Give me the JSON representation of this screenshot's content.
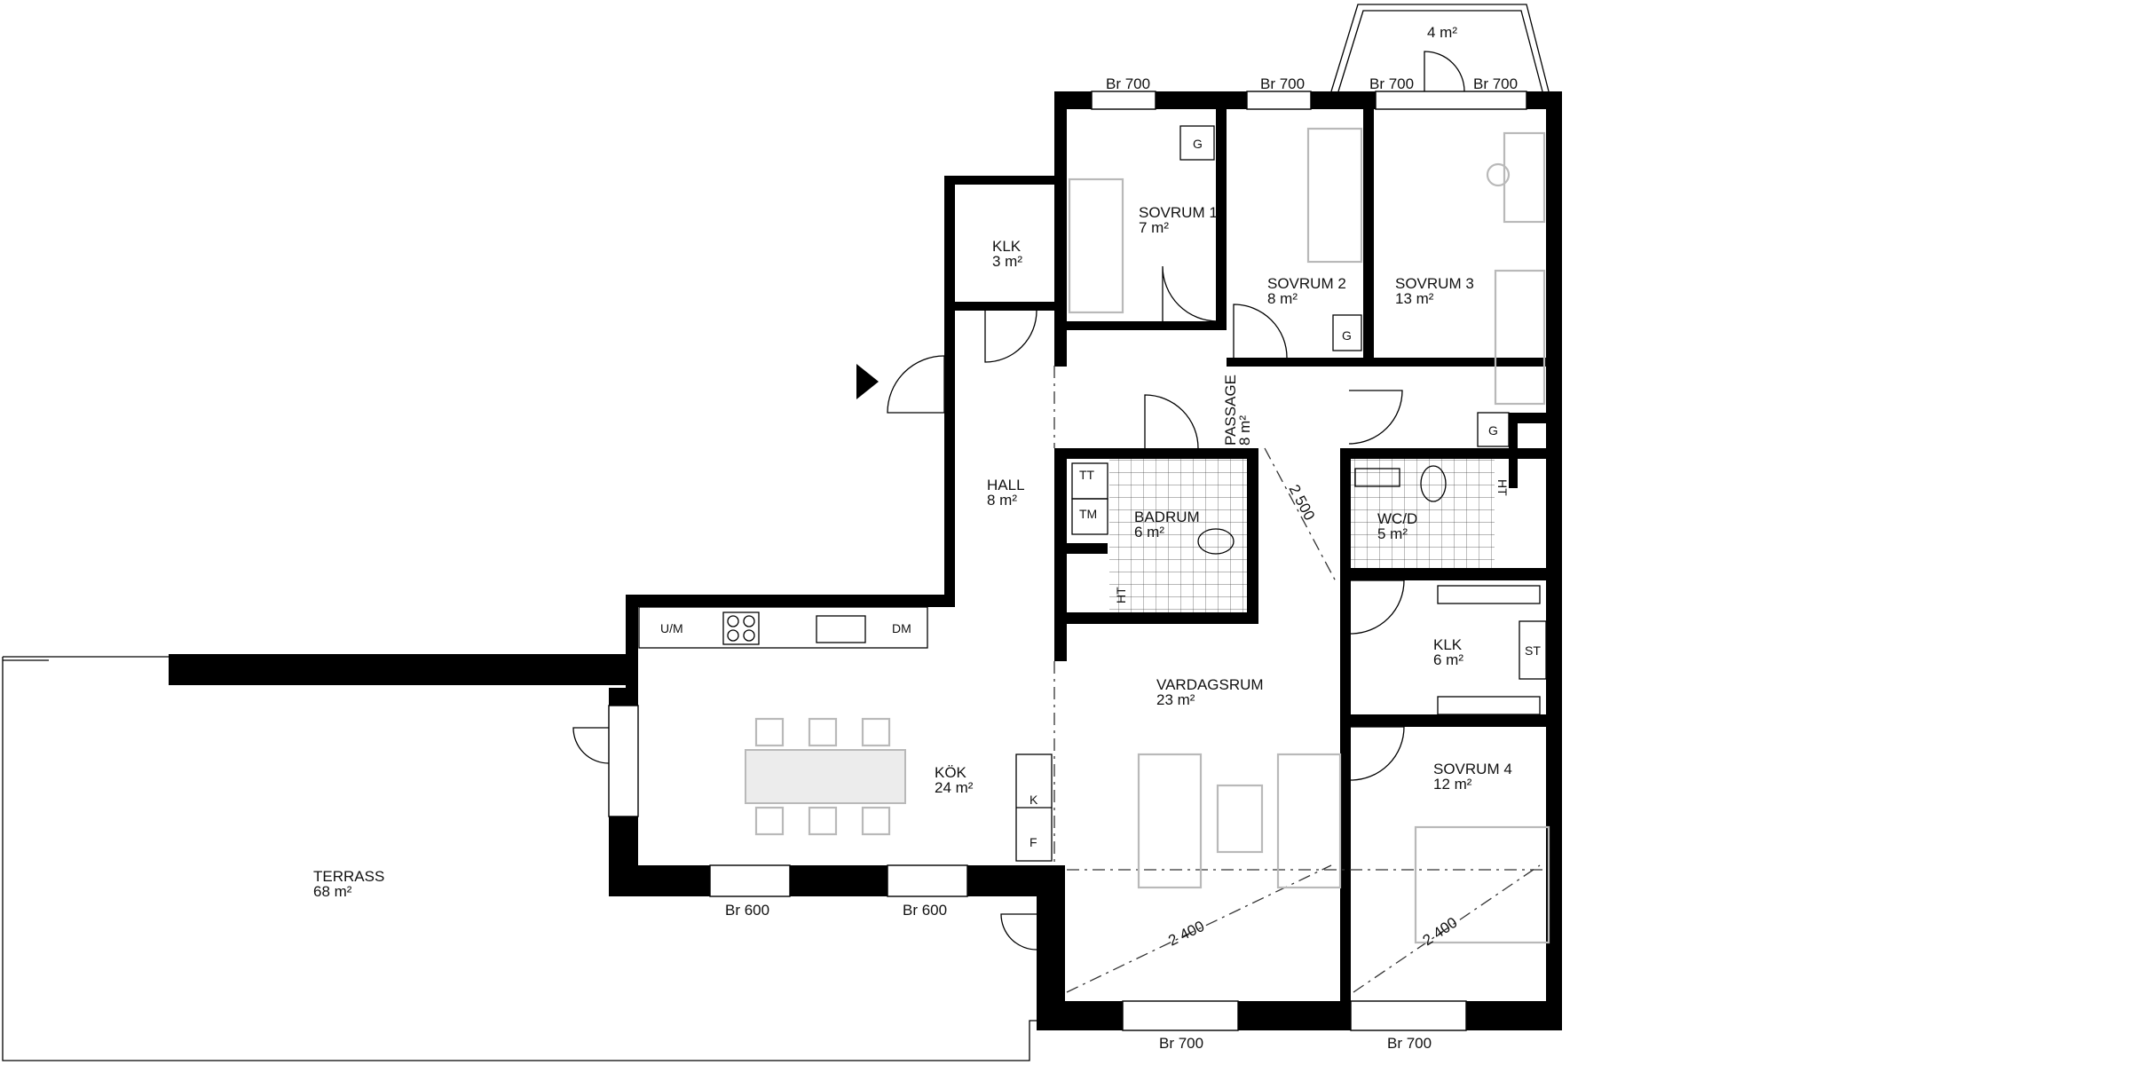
{
  "rooms": [
    {
      "id": "sovrum1",
      "name": "SOVRUM 1",
      "area": "7 m²"
    },
    {
      "id": "sovrum2",
      "name": "SOVRUM 2",
      "area": "8 m²"
    },
    {
      "id": "sovrum3",
      "name": "SOVRUM 3",
      "area": "13 m²"
    },
    {
      "id": "klk1",
      "name": "KLK",
      "area": "3 m²"
    },
    {
      "id": "passage",
      "name": "PASSAGE",
      "area": "8 m²"
    },
    {
      "id": "hall",
      "name": "HALL",
      "area": "8 m²"
    },
    {
      "id": "badrum",
      "name": "BADRUM",
      "area": "6 m²"
    },
    {
      "id": "wcd",
      "name": "WC/D",
      "area": "5 m²"
    },
    {
      "id": "klk2",
      "name": "KLK",
      "area": "6 m²"
    },
    {
      "id": "vardagsrum",
      "name": "VARDAGSRUM",
      "area": "23 m²"
    },
    {
      "id": "kok",
      "name": "KÖK",
      "area": "24 m²"
    },
    {
      "id": "sovrum4",
      "name": "SOVRUM 4",
      "area": "12 m²"
    },
    {
      "id": "terrass",
      "name": "TERRASS",
      "area": "68 m²"
    }
  ],
  "balcony_area": "4 m²",
  "windows": {
    "br700": "Br 700",
    "br600": "Br 600"
  },
  "dimensions": {
    "d2500": "2 500",
    "d2400": "2 400"
  },
  "fixtures": {
    "G": "G",
    "TT": "TT",
    "TM": "TM",
    "HT": "HT",
    "UM": "U/M",
    "DM": "DM",
    "K": "K",
    "F": "F",
    "ST": "ST"
  }
}
